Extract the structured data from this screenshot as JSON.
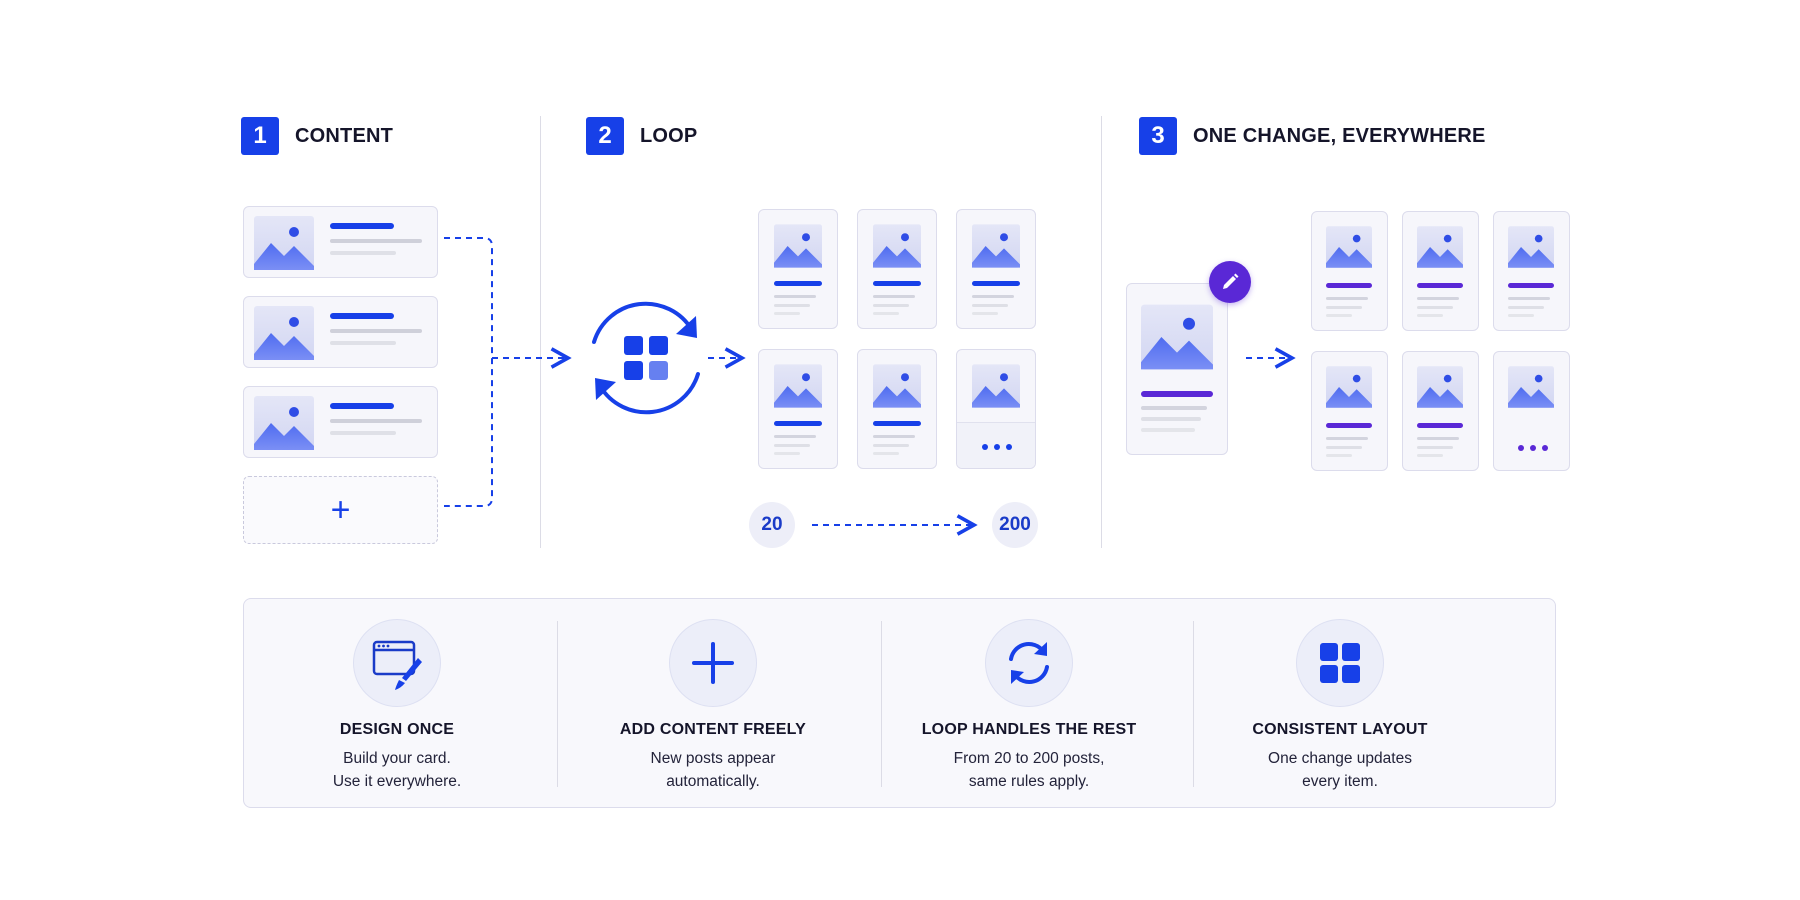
{
  "steps": [
    {
      "number": "1",
      "title": "CONTENT"
    },
    {
      "number": "2",
      "title": "LOOP"
    },
    {
      "number": "3",
      "title": "ONE CHANGE, EVERYWHERE"
    }
  ],
  "loop": {
    "from_count": "20",
    "to_count": "200"
  },
  "colors": {
    "accent": "#1740e8",
    "edit_accent": "#5a28d6"
  },
  "features": [
    {
      "icon": "design-brush-icon",
      "title": "DESIGN ONCE",
      "line1": "Build your card.",
      "line2": "Use it everywhere."
    },
    {
      "icon": "plus-icon",
      "title": "ADD CONTENT FREELY",
      "line1": "New posts appear",
      "line2": "automatically."
    },
    {
      "icon": "refresh-icon",
      "title": "LOOP HANDLES THE REST",
      "line1": "From 20 to 200 posts,",
      "line2": "same rules apply."
    },
    {
      "icon": "grid-icon",
      "title": "CONSISTENT LAYOUT",
      "line1": "One change updates",
      "line2": "every item."
    }
  ]
}
